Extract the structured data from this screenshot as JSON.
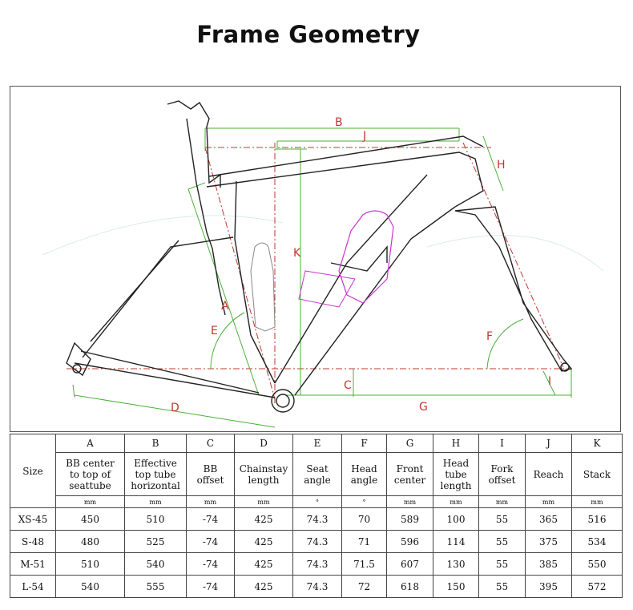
{
  "page": {
    "title": "Frame Geometry"
  },
  "diagram": {
    "dimension_labels": [
      "B",
      "J",
      "H",
      "K",
      "A",
      "E",
      "F",
      "C",
      "D",
      "G",
      "I"
    ],
    "colors": {
      "frame": "#222222",
      "green": "#4caf3a",
      "red": "#c0392b",
      "bottle": "#cc33cc",
      "bottle_gray": "#888888"
    }
  },
  "table": {
    "size_header": "Size",
    "columns": [
      {
        "letter": "A",
        "name": [
          "BB center",
          "to top of",
          "seattube"
        ],
        "unit": "mm"
      },
      {
        "letter": "B",
        "name": [
          "Effective",
          "top tube",
          "horizontal"
        ],
        "unit": "mm"
      },
      {
        "letter": "C",
        "name": [
          "BB",
          "offset"
        ],
        "unit": "mm"
      },
      {
        "letter": "D",
        "name": [
          "Chainstay",
          "length"
        ],
        "unit": "mm"
      },
      {
        "letter": "E",
        "name": [
          "Seat",
          "angle"
        ],
        "unit": "°"
      },
      {
        "letter": "F",
        "name": [
          "Head",
          "angle"
        ],
        "unit": "°"
      },
      {
        "letter": "G",
        "name": [
          "Front",
          "center"
        ],
        "unit": "mm"
      },
      {
        "letter": "H",
        "name": [
          "Head",
          "tube",
          "length"
        ],
        "unit": "mm"
      },
      {
        "letter": "I",
        "name": [
          "Fork",
          "offset"
        ],
        "unit": "mm"
      },
      {
        "letter": "J",
        "name": [
          "Reach"
        ],
        "unit": "mm"
      },
      {
        "letter": "K",
        "name": [
          "Stack"
        ],
        "unit": "mm"
      }
    ],
    "rows": [
      {
        "size": "XS-45",
        "values": [
          "450",
          "510",
          "-74",
          "425",
          "74.3",
          "70",
          "589",
          "100",
          "55",
          "365",
          "516"
        ]
      },
      {
        "size": "S-48",
        "values": [
          "480",
          "525",
          "-74",
          "425",
          "74.3",
          "71",
          "596",
          "114",
          "55",
          "375",
          "534"
        ]
      },
      {
        "size": "M-51",
        "values": [
          "510",
          "540",
          "-74",
          "425",
          "74.3",
          "71.5",
          "607",
          "130",
          "55",
          "385",
          "550"
        ]
      },
      {
        "size": "L-54",
        "values": [
          "540",
          "555",
          "-74",
          "425",
          "74.3",
          "72",
          "618",
          "150",
          "55",
          "395",
          "572"
        ]
      }
    ]
  }
}
